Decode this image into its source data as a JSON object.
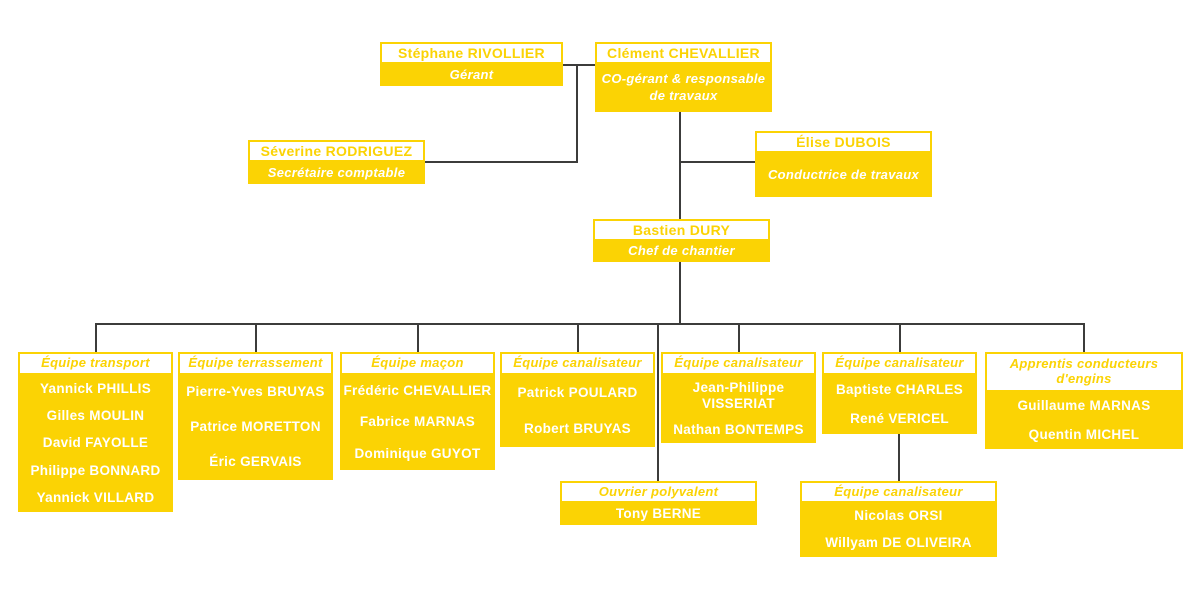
{
  "palette": {
    "yellow": "#FBD304",
    "line": "#3C3C3B",
    "member_text": "#FFFFFF"
  },
  "org": {
    "management": [
      {
        "name": "Stéphane RIVOLLIER",
        "role": "Gérant"
      },
      {
        "name": "Clément CHEVALLIER",
        "role": "CO-gérant & responsable de travaux"
      },
      {
        "name": "Séverine RODRIGUEZ",
        "role": "Secrétaire comptable"
      },
      {
        "name": "Élise DUBOIS",
        "role": "Conductrice de travaux"
      },
      {
        "name": "Bastien DURY",
        "role": "Chef de chantier"
      }
    ],
    "teams": [
      {
        "title": "Équipe transport",
        "members": [
          "Yannick PHILLIS",
          "Gilles MOULIN",
          "David FAYOLLE",
          "Philippe BONNARD",
          "Yannick VILLARD"
        ]
      },
      {
        "title": "Équipe terrassement",
        "members": [
          "Pierre-Yves BRUYAS",
          "Patrice MORETTON",
          "Éric GERVAIS"
        ]
      },
      {
        "title": "Équipe maçon",
        "members": [
          "Frédéric CHEVALLIER",
          "Fabrice MARNAS",
          "Dominique GUYOT"
        ]
      },
      {
        "title": "Équipe canalisateur",
        "members": [
          "Patrick POULARD",
          "Robert BRUYAS"
        ]
      },
      {
        "title": "Équipe canalisateur",
        "members": [
          "Jean-Philippe VISSERIAT",
          "Nathan BONTEMPS"
        ]
      },
      {
        "title": "Équipe canalisateur",
        "members": [
          "Baptiste CHARLES",
          "René VERICEL"
        ]
      },
      {
        "title": "Apprentis conducteurs d'engins",
        "members": [
          "Guillaume MARNAS",
          "Quentin MICHEL"
        ]
      }
    ],
    "sub_teams": [
      {
        "title": "Ouvrier polyvalent",
        "members": [
          "Tony BERNE"
        ]
      },
      {
        "title": "Équipe canalisateur",
        "members": [
          "Nicolas ORSI",
          "Willyam DE OLIVEIRA"
        ]
      }
    ]
  }
}
